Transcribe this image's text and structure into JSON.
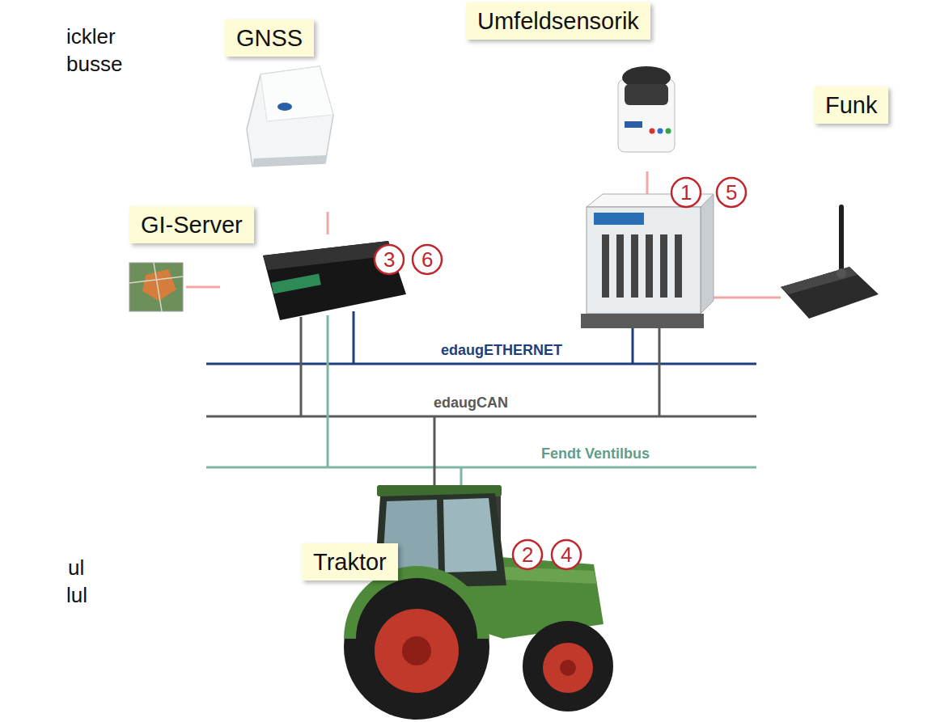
{
  "diagram": {
    "nodes": [
      {
        "text": [
          "Umfeldsensorik"
        ]
      },
      {
        "text": [
          "GNSS"
        ]
      },
      {
        "text": [
          "Funk"
        ]
      },
      {
        "text": [
          "GI-Server"
        ]
      },
      {
        "text": [
          "Traktor"
        ]
      }
    ],
    "labels": [
      "ickler",
      "busse",
      "1",
      "5",
      "3",
      "6",
      "edaugETHERNET",
      "edaugCAN",
      "Fendt Ventilbus",
      "2",
      "4",
      "ul",
      "lul"
    ]
  }
}
